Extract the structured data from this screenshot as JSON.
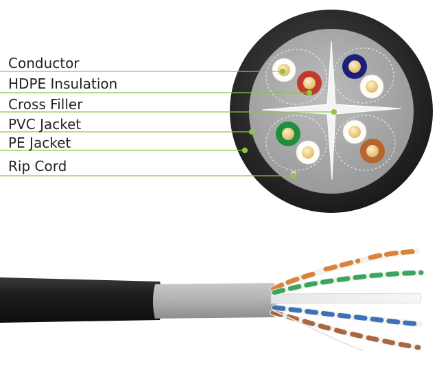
{
  "labels": [
    {
      "text": "Conductor"
    },
    {
      "text": "HDPE Insulation"
    },
    {
      "text": "Cross Filler"
    },
    {
      "text": "PVC Jacket"
    },
    {
      "text": "PE Jacket"
    },
    {
      "text": "Rip Cord"
    }
  ],
  "colors": {
    "leader_line": "#8cc63f",
    "pe_jacket": "#2a2a2a",
    "pvc_jacket": "#a5a5a5",
    "cross_filler": "#f4f4f4",
    "conductor": "#f3d08a",
    "pair_blue": "#1c1f7a",
    "pair_orange": "#c0392b",
    "pair_green": "#1e8f3e",
    "pair_brown": "#b5652d"
  }
}
